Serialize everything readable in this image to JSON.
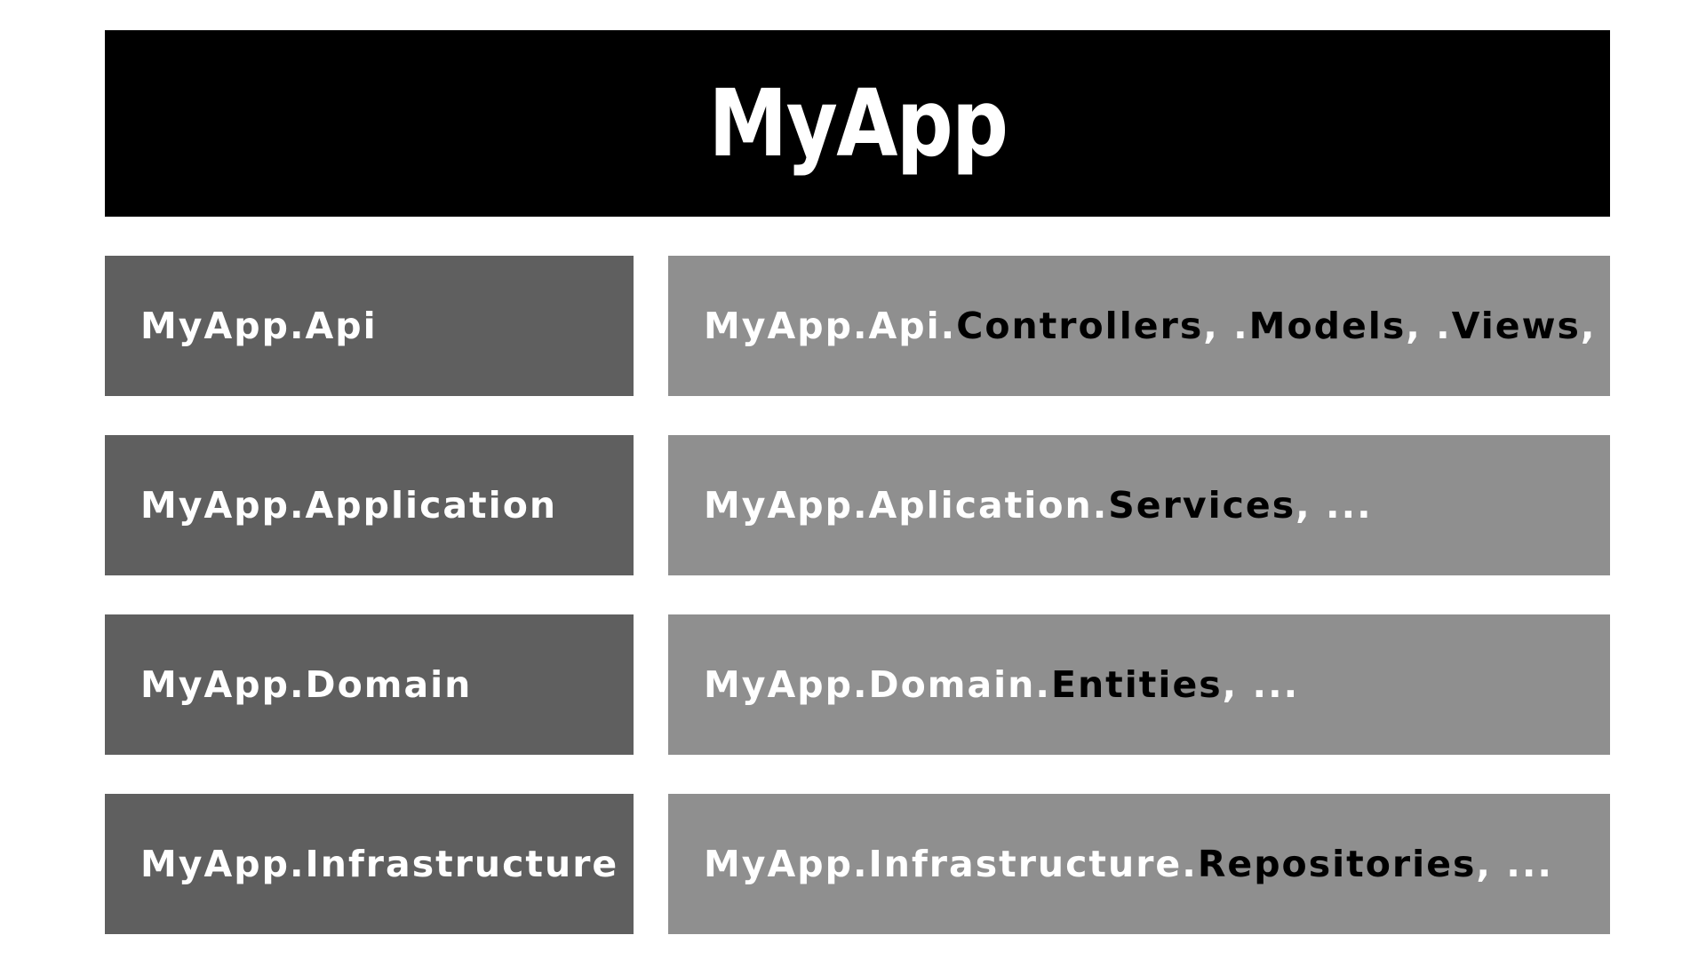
{
  "title": "MyApp",
  "rows": [
    {
      "project": "MyApp.Api",
      "namespaces": [
        {
          "text": "MyApp.Api.",
          "style": "white"
        },
        {
          "text": "Controllers",
          "style": "black"
        },
        {
          "text": ", .",
          "style": "white"
        },
        {
          "text": "Models",
          "style": "black"
        },
        {
          "text": ", .",
          "style": "white"
        },
        {
          "text": "Views",
          "style": "black"
        },
        {
          "text": ", ...",
          "style": "white"
        }
      ]
    },
    {
      "project": "MyApp.Application",
      "namespaces": [
        {
          "text": "MyApp.Aplication.",
          "style": "white"
        },
        {
          "text": "Services",
          "style": "black"
        },
        {
          "text": ", ...",
          "style": "white"
        }
      ]
    },
    {
      "project": "MyApp.Domain",
      "namespaces": [
        {
          "text": "MyApp.Domain.",
          "style": "white"
        },
        {
          "text": "Entities",
          "style": "black"
        },
        {
          "text": ", ...",
          "style": "white"
        }
      ]
    },
    {
      "project": "MyApp.Infrastructure",
      "namespaces": [
        {
          "text": "MyApp.Infrastructure.",
          "style": "white"
        },
        {
          "text": "Repositories",
          "style": "black"
        },
        {
          "text": ", ...",
          "style": "white"
        }
      ]
    }
  ],
  "colors": {
    "title_bg": "#000000",
    "project_bg": "#5f5f5f",
    "namespace_bg": "#8f8f8f",
    "text_light": "#ffffff",
    "text_dark": "#000000"
  }
}
